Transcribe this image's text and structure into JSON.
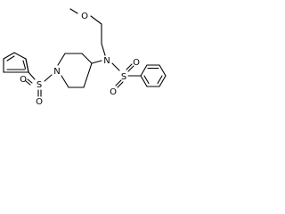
{
  "molecule": {
    "atoms": {
      "o_methoxy": "O",
      "n_amine": "N",
      "s_sulfonyl_right": "S",
      "o_right_top": "O",
      "o_right_bottom": "O",
      "n_piperidine": "N",
      "s_sulfonyl_left": "S",
      "o_left_top": "O",
      "o_left_bottom": "O"
    },
    "colors": {
      "bond": "#000000",
      "label": "#000000",
      "background": "#ffffff"
    }
  }
}
